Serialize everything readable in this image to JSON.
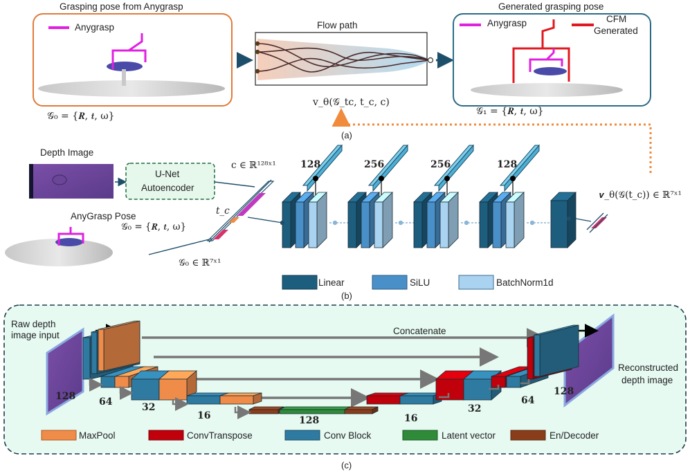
{
  "panel_a": {
    "anygrasp_box": {
      "title": "Grasping pose from Anygrasp",
      "legend_label": "Anygrasp",
      "formula": "𝒢₀ = {𝑹, 𝒕, ω}"
    },
    "flow_box": {
      "title": "Flow path",
      "formula": "v_θ(𝒢_tc, t_c, c)"
    },
    "generated_box": {
      "title": "Generated grasping pose",
      "legend_anygrasp": "Anygrasp",
      "legend_cfm_line1": "CFM",
      "legend_cfm_line2": "Generated",
      "formula": "𝒢₁ = {𝑹, 𝒕, ω}"
    },
    "caption": "(a)"
  },
  "panel_b": {
    "depth_image_label": "Depth Image",
    "unet_label_line1": "U-Net",
    "unet_label_line2": "Autoencoder",
    "c_formula": "c ∈ ℝ¹²⁸ˣ¹",
    "tc_label": "t_c",
    "anygrasp_pose_label": "AnyGrasp Pose",
    "g0_formula": "𝒢₀ = {𝑹, 𝒕, ω}",
    "g0_dim_formula": "𝒢₀ ∈ ℝ⁷ˣ¹",
    "output_formula": "𝒗_θ(𝒢(t_c)) ∈ ℝ⁷ˣ¹",
    "block_sizes": [
      "128",
      "256",
      "256",
      "128"
    ],
    "legend": [
      "Linear",
      "SiLU",
      "BatchNorm1d"
    ],
    "caption": "(b)"
  },
  "panel_c": {
    "input_label_line1": "Raw depth",
    "input_label_line2": "image input",
    "output_label_line1": "Reconstructed",
    "output_label_line2": "depth image",
    "concatenate_label": "Concatenate",
    "sizes": [
      "128",
      "64",
      "32",
      "16",
      "128",
      "16",
      "32",
      "64",
      "128"
    ],
    "legend": [
      "MaxPool",
      "ConvTranspose",
      "Conv Block",
      "Latent vector",
      "En/Decoder"
    ],
    "caption": "(c)"
  },
  "colors": {
    "linear": "#1d5d7e",
    "silu": "#4a90c8",
    "batchnorm": "#a9d3f0",
    "maxpool": "#ef8c4a",
    "convtranspose": "#c0000b",
    "convblock": "#2e7aa0",
    "latent": "#2f8a3a",
    "endecoder": "#8a3d1a",
    "anygrasp": "#e020e0",
    "cfm": "#e0181f",
    "orange_border": "#e07b39",
    "teal_border": "#2b6a86",
    "green_bg": "#e6faf2"
  }
}
